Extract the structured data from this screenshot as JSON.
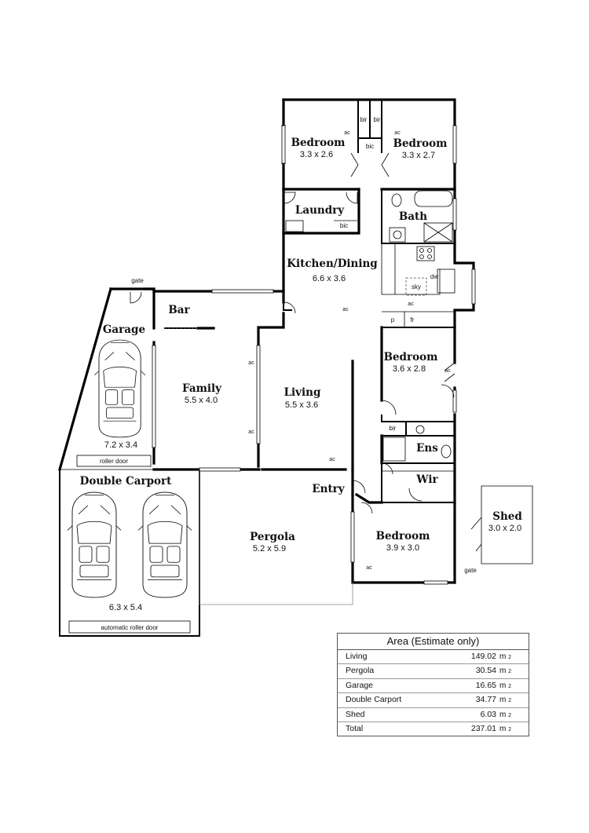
{
  "rooms": {
    "bedroom1": {
      "name": "Bedroom",
      "dims": "3.3 x 2.6"
    },
    "bedroom2": {
      "name": "Bedroom",
      "dims": "3.3 x 2.7"
    },
    "laundry": {
      "name": "Laundry"
    },
    "bath": {
      "name": "Bath"
    },
    "kitchen": {
      "name": "Kitchen/Dining",
      "dims": "6.6 x 3.6"
    },
    "bar": {
      "name": "Bar"
    },
    "garage": {
      "name": "Garage",
      "dims": "7.2 x 3.4"
    },
    "family": {
      "name": "Family",
      "dims": "5.5 x 4.0"
    },
    "living": {
      "name": "Living",
      "dims": "5.5 x 3.6"
    },
    "bedroom3": {
      "name": "Bedroom",
      "dims": "3.6 x 2.8"
    },
    "ensuite": {
      "name": "Ens"
    },
    "wir": {
      "name": "Wir"
    },
    "entry": {
      "name": "Entry"
    },
    "carport": {
      "name": "Double Carport",
      "dims": "6.3 x 5.4"
    },
    "pergola": {
      "name": "Pergola",
      "dims": "5.2 x 5.9"
    },
    "bedroom4": {
      "name": "Bedroom",
      "dims": "3.9 x 3.0"
    },
    "shed": {
      "name": "Shed",
      "dims": "3.0 x 2.0"
    }
  },
  "labels": {
    "bir": "bir",
    "bic": "bic",
    "ac": "ac",
    "dw": "dw",
    "sky": "sky",
    "p": "p",
    "fr": "fr",
    "gate": "gate",
    "roller_door": "roller door",
    "auto_roller_door": "automatic roller door"
  },
  "area_table": {
    "title": "Area (Estimate only)",
    "unit": "m",
    "unit_sup": "2",
    "rows": [
      {
        "label": "Living",
        "value": "149.02"
      },
      {
        "label": "Pergola",
        "value": "30.54"
      },
      {
        "label": "Garage",
        "value": "16.65"
      },
      {
        "label": "Double Carport",
        "value": "34.77"
      },
      {
        "label": "Shed",
        "value": "6.03"
      },
      {
        "label": "Total",
        "value": "237.01"
      }
    ]
  }
}
